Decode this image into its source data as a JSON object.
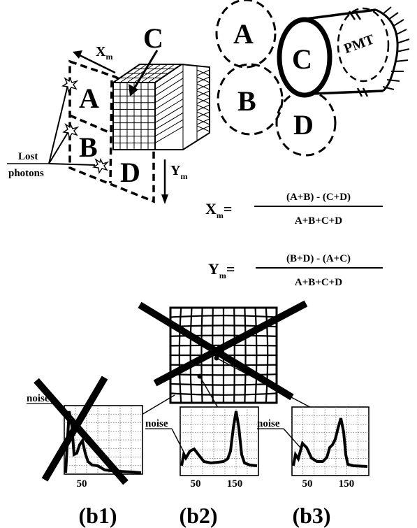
{
  "labels": {
    "A": "A",
    "B": "B",
    "C": "C",
    "D": "D",
    "pmt": "PMT",
    "lost_photons_line1": "Lost",
    "lost_photons_line2": "photons",
    "xm_main": "X",
    "xm_sub": "m",
    "ym_main": "Y",
    "ym_sub": "m"
  },
  "equations": {
    "x_lhs_main": "X",
    "x_lhs_sub": "m",
    "x_eq": "=",
    "x_numerator": "(A+B) - (C+D)",
    "x_denominator": "A+B+C+D",
    "y_lhs_main": "Y",
    "y_lhs_sub": "m",
    "y_eq": "=",
    "y_numerator": "(B+D) - (A+C)",
    "y_denominator": "A+B+C+D"
  },
  "spectra": {
    "b1": {
      "noise_label": "noise",
      "ticks": [
        "50"
      ],
      "caption": "(b1)",
      "crossed_out": true
    },
    "b2": {
      "noise_label": "noise",
      "ticks": [
        "50",
        "150"
      ],
      "caption": "(b2)",
      "crossed_out": false
    },
    "b3": {
      "noise_label": "noise",
      "ticks": [
        "50",
        "150"
      ],
      "caption": "(b3)",
      "crossed_out": false
    }
  },
  "flood_map": {
    "crossed_out": true
  },
  "colors": {
    "ink": "#000000",
    "grid": "#555555",
    "background": "#ffffff"
  }
}
